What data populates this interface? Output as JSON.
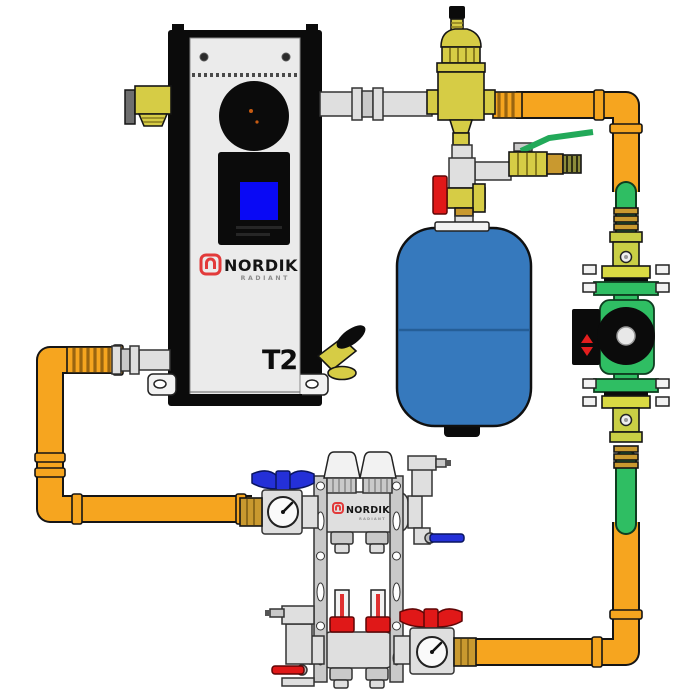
{
  "brand": {
    "name": "NORDIK",
    "sub": "RADIANT"
  },
  "boiler": {
    "model_badge": "T2"
  },
  "colors": {
    "pipe_orange": "#F6A51F",
    "brass": "#D6CC45",
    "gold_brass": "#C9992F",
    "pump_green": "#2FBE63",
    "valve_olive": "#C9CF45",
    "flange_yellow": "#D9D943",
    "tank_blue": "#3679BD",
    "screen_blue": "#0909F5",
    "handle_blue": "#2430D8",
    "handle_red": "#E01818",
    "handle_green": "#22A959",
    "logo_red": "#E23A3A",
    "steel": "#DFDFDF",
    "panel_black": "#0B0B0B",
    "boiler_face": "#EBEBEB"
  }
}
